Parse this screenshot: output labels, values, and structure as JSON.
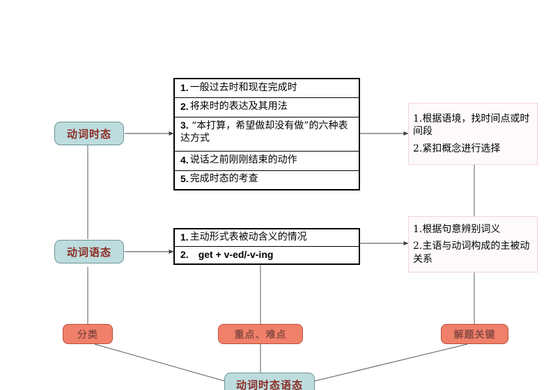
{
  "diagram": {
    "title": "动词时态语态",
    "colors": {
      "concept_fill": "#bcdcdd",
      "concept_border": "#6f9395",
      "concept_text": "#8c2a24",
      "category_fill": "#f1806a",
      "category_border": "#b8503c",
      "category_text": "#8c4b44",
      "listbox_border": "#000000",
      "keybox_border": "#f0d5dd",
      "keybox_fill": "#fefafb",
      "connector": "#595959",
      "background": "#ffffff"
    }
  },
  "nodes": {
    "tense_concept": {
      "label": "动词时态"
    },
    "voice_concept": {
      "label": "动词语态"
    },
    "root_concept": {
      "label": "动词时态语态"
    },
    "category_classify": {
      "label": "分类"
    },
    "category_focus": {
      "label": "重点、难点"
    },
    "category_key": {
      "label": "解题关键"
    }
  },
  "tense_points": {
    "items": [
      {
        "num": "1.",
        "text": "一般过去时和现在完成时"
      },
      {
        "num": "2.",
        "text": "将来时的表达及其用法"
      },
      {
        "num": "3.",
        "text": "“本打算，希望做却没有做”的六种表达方式"
      },
      {
        "num": "4.",
        "text": "说话之前刚刚结束的动作"
      },
      {
        "num": "5.",
        "text": "完成时态的考查"
      }
    ]
  },
  "voice_points": {
    "items": [
      {
        "num": "1.",
        "text": "主动形式表被动含义的情况"
      },
      {
        "num": "2.",
        "text": "get + v-ed/-v-ing"
      }
    ]
  },
  "tense_keys": {
    "lines": [
      "1.根据语境，找时间点或时间段",
      "2.紧扣概念进行选择"
    ]
  },
  "voice_keys": {
    "lines": [
      "1.根据句意辨别词义",
      "2.主语与动词构成的主被动关系"
    ]
  }
}
